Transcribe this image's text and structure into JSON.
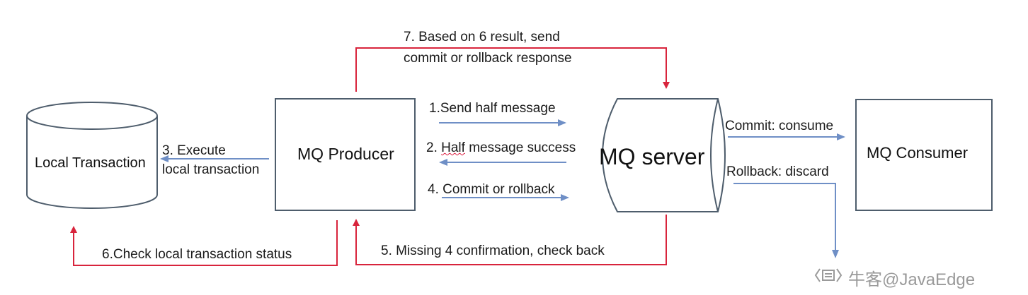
{
  "colors": {
    "red_flow": "#d8243c",
    "blue_flow": "#6f8fc6",
    "box_stroke": "#4e5d6c"
  },
  "nodes": {
    "local_transaction": "Local Transaction",
    "producer": "MQ Producer",
    "server": "MQ server",
    "consumer": "MQ Consumer"
  },
  "steps": {
    "s1": "1.Send half message",
    "s2_prefix": "2. ",
    "s2_word": "Half",
    "s2_rest": " message success",
    "s3_line1": "3. Execute",
    "s3_line2": "local transaction",
    "s4": "4. Commit or rollback",
    "s5": "5. Missing 4 confirmation, check back",
    "s6": "6.Check local transaction status",
    "s7_line1": "7. Based on 6 result, send",
    "s7_line2": "commit or rollback response"
  },
  "outcomes": {
    "commit": "Commit: consume",
    "rollback": "Rollback: discard"
  },
  "watermark": "牛客@JavaEdge"
}
